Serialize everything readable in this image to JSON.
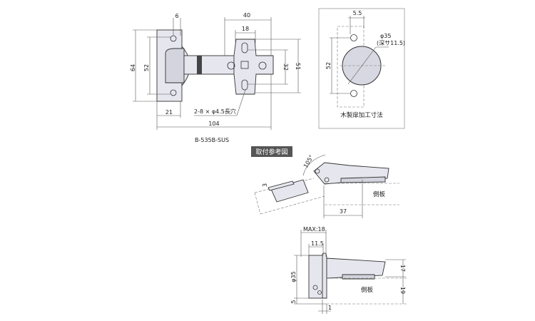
{
  "top_view": {
    "dims": {
      "d6": "6",
      "d40": "40",
      "d18": "18",
      "d64": "64",
      "d52": "52",
      "d32": "32",
      "d51": "51",
      "d21": "21",
      "d104": "104"
    },
    "hole_note": "2-8 × φ4.5長穴",
    "model": "B-535B-SUS"
  },
  "cutout": {
    "d55": "5.5",
    "d52": "52",
    "dia": "φ35",
    "depth": "(深サ11.5)",
    "caption": "木製扉加工寸法"
  },
  "install": {
    "title": "取付参考図",
    "angle": "105°",
    "d3": "3",
    "d37": "37",
    "side_panel": "側板",
    "max": "MAX:18",
    "d115": "11.5",
    "dia": "φ35",
    "d5": "5",
    "side_panel2": "側板",
    "d17": "17",
    "d19": "19",
    "d1": "1"
  }
}
